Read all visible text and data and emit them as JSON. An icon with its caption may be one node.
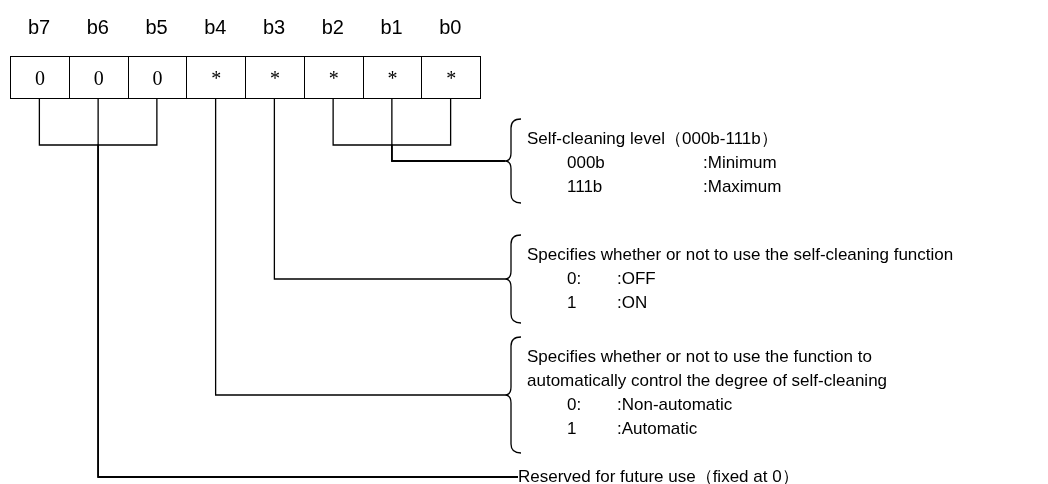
{
  "diagram": {
    "nodes": [
      {
        "text": [
          "0"
        ],
        "beside": [
          "b7"
        ]
      },
      {
        "text": [
          "0"
        ],
        "beside": [
          "b6"
        ]
      },
      {
        "text": [
          "0"
        ],
        "beside": [
          "b5"
        ]
      },
      {
        "text": [
          "*"
        ],
        "beside": [
          "b4"
        ]
      },
      {
        "text": [
          "*"
        ],
        "beside": [
          "b3"
        ]
      },
      {
        "text": [
          "*"
        ],
        "beside": [
          "b2"
        ]
      },
      {
        "text": [
          "*"
        ],
        "beside": [
          "b1"
        ]
      },
      {
        "text": [
          "*"
        ],
        "beside": [
          "b0"
        ]
      },
      {
        "text": [
          "Self-cleaning level（000b-111b）",
          "000b",
          ":Minimum",
          "111b",
          ":Maximum"
        ]
      },
      {
        "text": [
          "Specifies whether or not to use the self-cleaning function",
          "0:",
          ":OFF",
          "1",
          ":ON"
        ]
      },
      {
        "text": [
          "Specifies whether or not to use the function to automatically control the degree of self-cleaning",
          "0:",
          ":Non-automatic",
          "1",
          ":Automatic"
        ]
      },
      {
        "text": [
          "Reserved for future use（fixed at 0）"
        ]
      }
    ],
    "edges": [
      {
        "from": 5,
        "to": 8,
        "arrow": "none"
      },
      {
        "from": 6,
        "to": 8,
        "arrow": "none"
      },
      {
        "from": 7,
        "to": 8,
        "arrow": "none"
      },
      {
        "from": 4,
        "to": 9,
        "arrow": "none"
      },
      {
        "from": 3,
        "to": 10,
        "arrow": "none"
      },
      {
        "from": 0,
        "to": 11,
        "arrow": "none"
      },
      {
        "from": 1,
        "to": 11,
        "arrow": "none"
      },
      {
        "from": 2,
        "to": 11,
        "arrow": "none"
      }
    ]
  }
}
